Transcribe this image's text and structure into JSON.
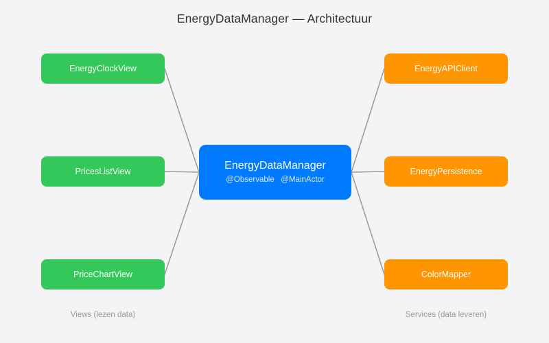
{
  "diagram": {
    "title": "EnergyDataManager — Architectuur",
    "background_color": "#f4f4f6",
    "edge_color": "#999999"
  },
  "center_node": {
    "title": "EnergyDataManager",
    "subtitle": "@Observable   @MainActor",
    "color": "#007aff"
  },
  "views": {
    "caption": "Views (lezen data)",
    "color": "#34c759",
    "items": [
      {
        "label": "EnergyClockView"
      },
      {
        "label": "PricesListView"
      },
      {
        "label": "PriceChartView"
      }
    ]
  },
  "services": {
    "caption": "Services (data leveren)",
    "color": "#ff9500",
    "items": [
      {
        "label": "EnergyAPIClient"
      },
      {
        "label": "EnergyPersistence"
      },
      {
        "label": "ColorMapper"
      }
    ]
  }
}
